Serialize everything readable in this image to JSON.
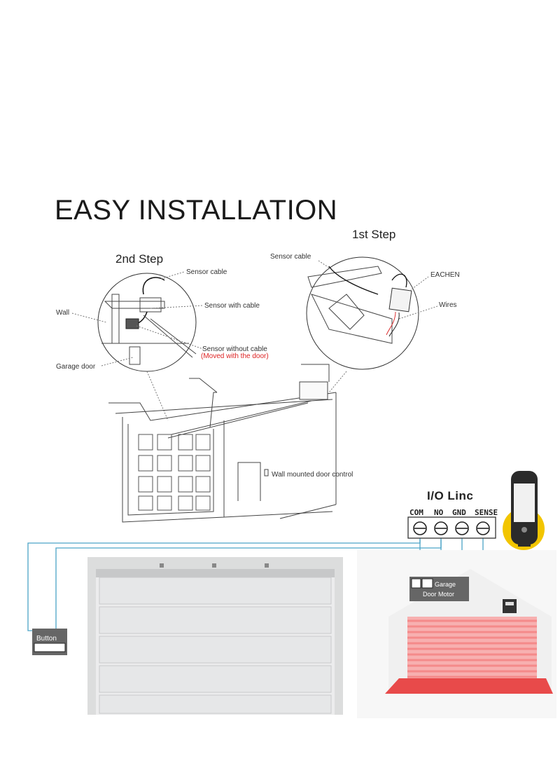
{
  "title": "EASY INSTALLATION",
  "steps": {
    "first": "1st Step",
    "second": "2nd Step"
  },
  "labels": {
    "sensor_cable_left": "Sensor cable",
    "sensor_with_cable": "Sensor with cable",
    "sensor_without_cable": "Sensor without cable",
    "moved_with_door": "(Moved with the door)",
    "wall": "Wall",
    "garage_door": "Garage door",
    "sensor_cable_right": "Sensor cable",
    "eachen": "EACHEN",
    "wires": "Wires",
    "wall_control": "Wall mounted door control"
  },
  "io": {
    "title": "I/O Linc",
    "terminals": [
      "COM",
      "NO",
      "GND",
      "SENSE"
    ],
    "motor_label_1": "Garage",
    "motor_label_2": "Door Motor",
    "button_label": "Button"
  },
  "colors": {
    "wire": "#4aa3c7",
    "red_label": "#d22222",
    "door_light": "#e9eaeb",
    "door_panel": "#d9dadb",
    "red_door": "#f48a8a",
    "yellow_badge": "#f2c500"
  },
  "icons": {
    "screw": "terminal-screw-icon",
    "device": "wifi-switch-icon"
  }
}
